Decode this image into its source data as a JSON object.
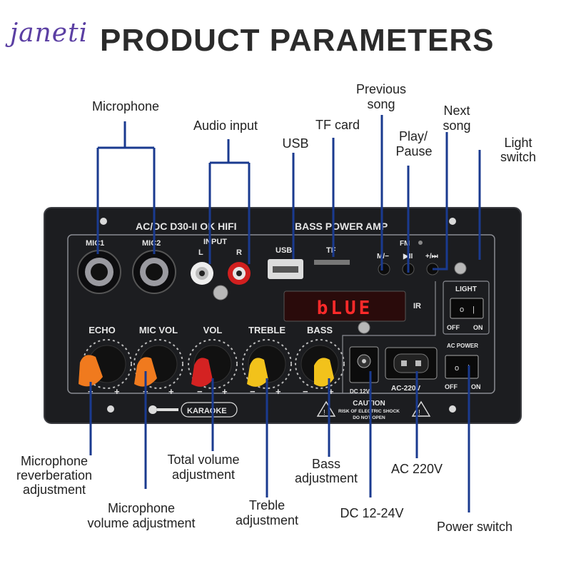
{
  "brand": "janeti",
  "title": "PRODUCT PARAMETERS",
  "callouts": {
    "microphone": "Microphone",
    "audio_input": "Audio input",
    "usb": "USB",
    "tf_card": "TF card",
    "previous_song_1": "Previous",
    "previous_song_2": "song",
    "play_pause_1": "Play/",
    "play_pause_2": "Pause",
    "next_song_1": "Next",
    "next_song_2": "song",
    "light_switch_1": "Light",
    "light_switch_2": "switch",
    "mic_reverb_1": "Microphone",
    "mic_reverb_2": "reverberation",
    "mic_reverb_3": "adjustment",
    "mic_volume_1": "Microphone",
    "mic_volume_2": "volume adjustment",
    "total_volume_1": "Total volume",
    "total_volume_2": "adjustment",
    "treble_1": "Treble",
    "treble_2": "adjustment",
    "bass_1": "Bass",
    "bass_2": "adjustment",
    "dc": "DC 12-24V",
    "ac": "AC 220V",
    "power_switch": "Power switch"
  },
  "panel": {
    "model": "AC/DC  D30-II OK HIFI",
    "amp": "BASS  POWER  AMP",
    "mic1": "MIC1",
    "mic2": "MIC2",
    "input": "INPUT",
    "left": "L",
    "right": "R",
    "usb": "USB",
    "tf": "TF",
    "fm": "FM",
    "prev": "M/−",
    "play": "▶II",
    "next": "+/⏭",
    "ir": "IR",
    "display": "bLUE",
    "light": "LIGHT",
    "off": "OFF",
    "on": "ON",
    "ac_power": "AC POWER",
    "echo": "ECHO",
    "mic_vol": "MIC VOL",
    "vol": "VOL",
    "treble": "TREBLE",
    "bass": "BASS",
    "minus": "−",
    "plus": "+",
    "dc_jack": "DC 12V",
    "ac_label": "AC-220V",
    "karaoke": "KARAOKE",
    "caution": "CAUTION",
    "caution_2": "RISK OF ELECTRIC SHOCK",
    "caution_3": "DO NOT OPEN"
  },
  "colors": {
    "panel": "#1c1d20",
    "line": "#1a3a8f",
    "led": "#ff2a2a",
    "knob_orange": "#f07a1e",
    "knob_red": "#d42222",
    "knob_yellow": "#f2c21b"
  }
}
